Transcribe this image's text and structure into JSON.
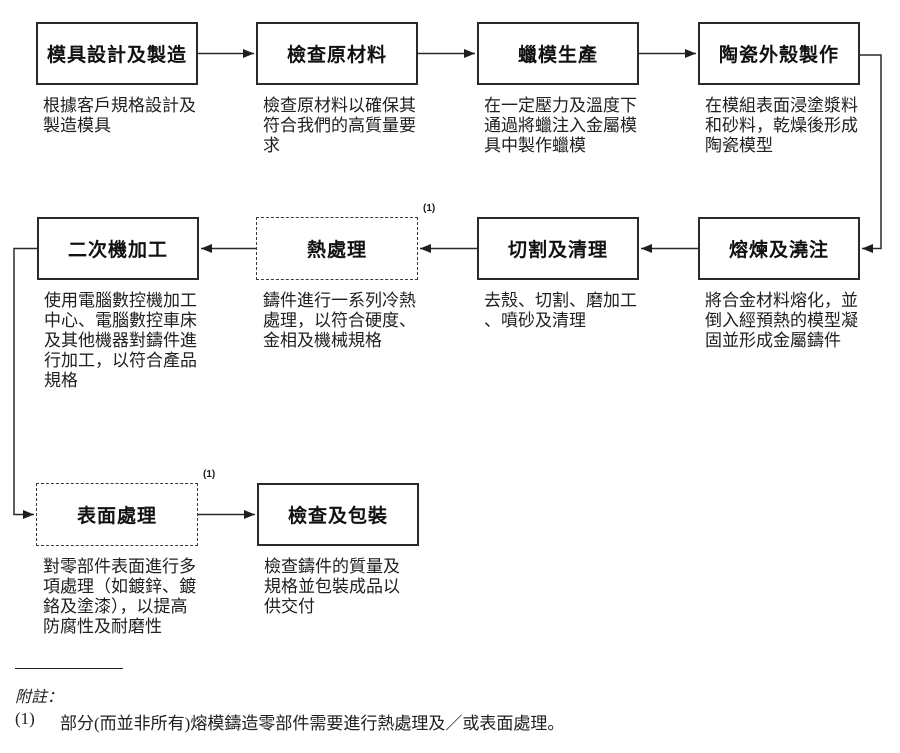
{
  "flow": {
    "steps": [
      {
        "id": "mold-design",
        "label": "模具設計及製造",
        "box_style": "solid",
        "desc": [
          "根據客戶規格設計及",
          "製造模具"
        ]
      },
      {
        "id": "raw-material-inspection",
        "label": "檢查原材料",
        "box_style": "solid",
        "desc": [
          "檢查原材料以確保其",
          "符合我們的高質量要",
          "求"
        ]
      },
      {
        "id": "wax-pattern-production",
        "label": "蠟模生產",
        "box_style": "solid",
        "desc": [
          "在一定壓力及溫度下",
          "通過將蠟注入金屬模",
          "具中製作蠟模"
        ]
      },
      {
        "id": "ceramic-shell-making",
        "label": "陶瓷外殼製作",
        "box_style": "solid",
        "desc": [
          "在模組表面浸塗漿料",
          "和砂料，乾燥後形成",
          "陶瓷模型"
        ]
      },
      {
        "id": "melting-pouring",
        "label": "熔煉及澆注",
        "box_style": "solid",
        "desc": [
          "將合金材料熔化，並",
          "倒入經預熱的模型凝",
          "固並形成金屬鑄件"
        ]
      },
      {
        "id": "cutting-cleaning",
        "label": "切割及清理",
        "box_style": "solid",
        "desc": [
          "去殼、切割、磨加工",
          "、噴砂及清理"
        ]
      },
      {
        "id": "heat-treatment",
        "label": "熱處理",
        "box_style": "dashed",
        "footnote": "(1)",
        "desc": [
          "鑄件進行一系列冷熱",
          "處理，以符合硬度、",
          "金相及機械規格"
        ]
      },
      {
        "id": "secondary-machining",
        "label": "二次機加工",
        "box_style": "solid",
        "desc": [
          "使用電腦數控機加工",
          "中心、電腦數控車床",
          "及其他機器對鑄件進",
          "行加工，以符合產品",
          "規格"
        ]
      },
      {
        "id": "surface-treatment",
        "label": "表面處理",
        "box_style": "dashed",
        "footnote": "(1)",
        "desc": [
          "對零部件表面進行多",
          "項處理（如鍍鋅、鍍",
          "鉻及塗漆），以提高",
          "防腐性及耐磨性"
        ]
      },
      {
        "id": "inspection-packaging",
        "label": "檢查及包裝",
        "box_style": "solid",
        "desc": [
          "檢查鑄件的質量及",
          "規格並包裝成品以",
          "供交付"
        ]
      }
    ]
  },
  "notes": {
    "label": "附註：",
    "items": [
      {
        "num": "(1)",
        "text": "部分(而並非所有)熔模鑄造零部件需要進行熱處理及／或表面處理。"
      }
    ]
  },
  "colors": {
    "line": "#2a2a2a",
    "text": "#1c1c1c",
    "background": "#ffffff"
  }
}
